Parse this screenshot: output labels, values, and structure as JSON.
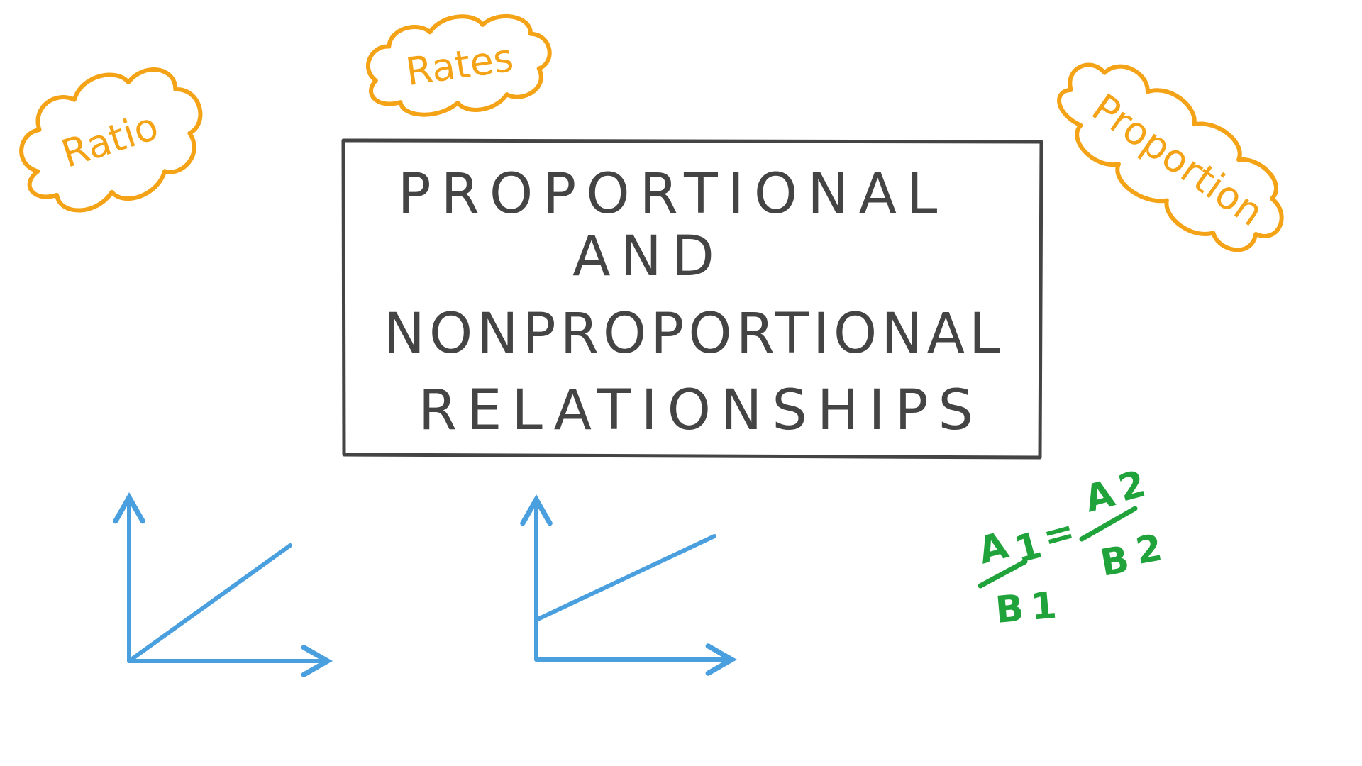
{
  "colors": {
    "clouds": "#f5a316",
    "title": "#444444",
    "graphs": "#4a9fdf",
    "formula": "#1fa33a"
  },
  "clouds": [
    {
      "label": "Ratio"
    },
    {
      "label": "Rates"
    },
    {
      "label": "Proportion"
    }
  ],
  "title": {
    "lines": [
      "PROPORTIONAL",
      "AND",
      "NONPROPORTIONAL",
      "RELATIONSHIPS"
    ]
  },
  "graphs": [
    {
      "kind": "line through origin"
    },
    {
      "kind": "line with y-intercept"
    }
  ],
  "formula": {
    "a1": "A",
    "a1_sub": "1",
    "b1": "B",
    "b1_sub": "1",
    "eq": "=",
    "a2": "A",
    "a2_sub": "2",
    "b2": "B",
    "b2_sub": "2"
  }
}
